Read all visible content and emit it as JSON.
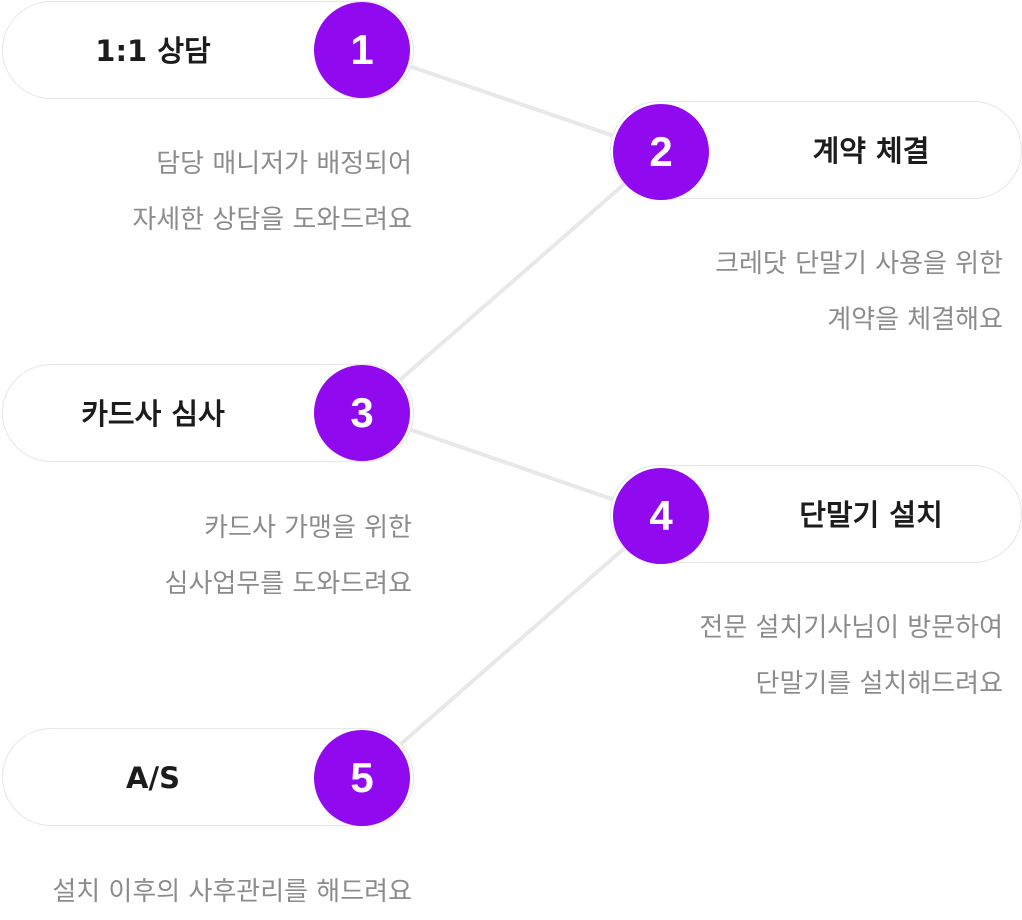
{
  "accent_color": "#9109ee",
  "connector_color": "#e8e8eb",
  "steps": [
    {
      "number": "1",
      "title": "1:1 상담",
      "desc_line1": "담당 매니저가 배정되어",
      "desc_line2": "자세한 상담을 도와드려요"
    },
    {
      "number": "2",
      "title": "계약 체결",
      "desc_line1": "크레닷 단말기 사용을 위한",
      "desc_line2": "계약을 체결해요"
    },
    {
      "number": "3",
      "title": "카드사 심사",
      "desc_line1": "카드사 가맹을 위한",
      "desc_line2": "심사업무를 도와드려요"
    },
    {
      "number": "4",
      "title": "단말기 설치",
      "desc_line1": "전문 설치기사님이 방문하여",
      "desc_line2": "단말기를 설치해드려요"
    },
    {
      "number": "5",
      "title": "A/S",
      "desc_line1": "설치 이후의 사후관리를 해드려요",
      "desc_line2": ""
    }
  ]
}
